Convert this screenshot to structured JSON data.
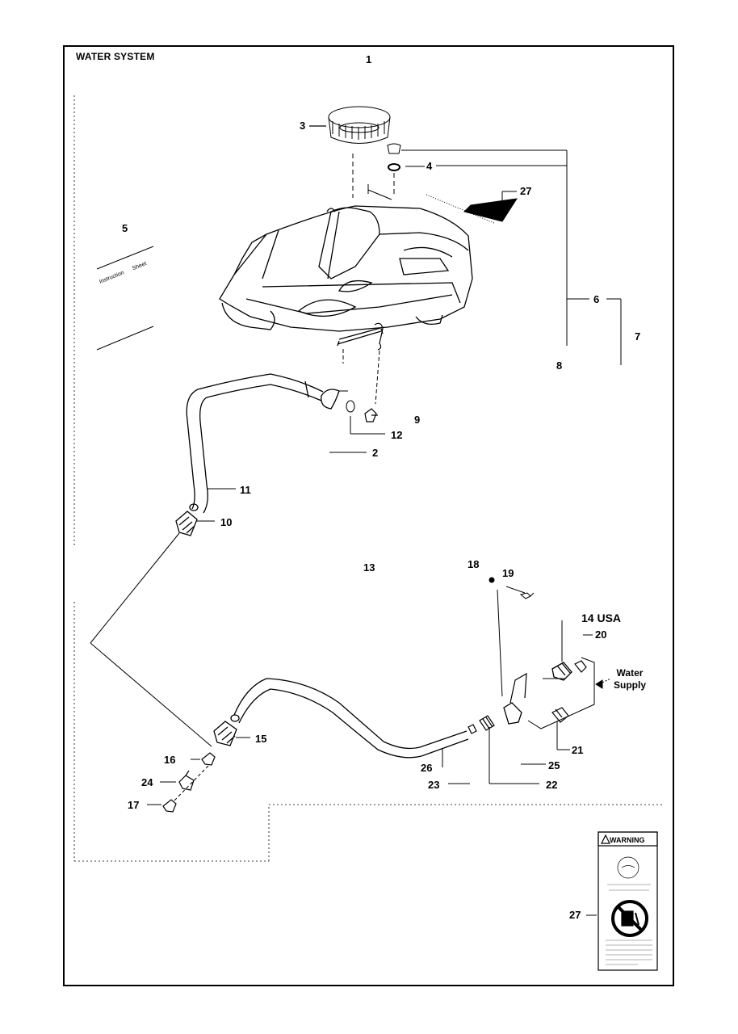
{
  "title": "WATER SYSTEM",
  "labels": {
    "p1": "1",
    "p2": "2",
    "p3": "3",
    "p4": "4",
    "p5": "5",
    "p6": "6",
    "p7": "7",
    "p8": "8",
    "p9": "9",
    "p10": "10",
    "p11": "11",
    "p12": "12",
    "p13": "13",
    "p14": "14 USA",
    "p15": "15",
    "p16": "16",
    "p17": "17",
    "p18": "18",
    "p19": "19",
    "p20": "20",
    "p21": "21",
    "p22": "22",
    "p23": "23",
    "p24": "24",
    "p25": "25",
    "p26": "26",
    "p27a": "27",
    "p27b": "27"
  },
  "water_supply": {
    "line1": "Water",
    "line2": "Supply"
  },
  "instruction_sheet": {
    "word1": "Instruction",
    "word2": "Sheet"
  },
  "warning_decal": {
    "header": "WARNING"
  },
  "colors": {
    "ink": "#000000",
    "paper": "#ffffff"
  }
}
